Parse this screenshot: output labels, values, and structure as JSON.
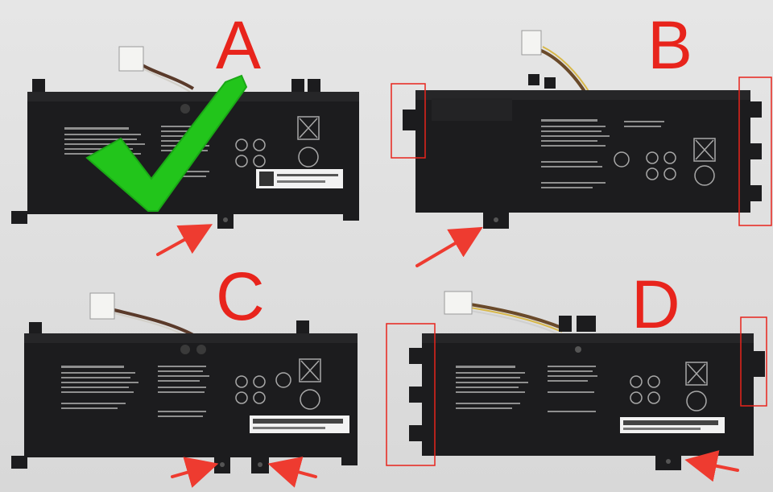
{
  "labels": {
    "a": "A",
    "b": "B",
    "c": "C",
    "d": "D"
  },
  "colors": {
    "background": "#dedede",
    "battery": "#1c1c1e",
    "label_red": "#e8241c",
    "check_green": "#22c51b",
    "highlight_box": "#e8241c"
  },
  "icons": {
    "correct_choice": "checkmark-icon",
    "pointer": "arrow-icon"
  }
}
